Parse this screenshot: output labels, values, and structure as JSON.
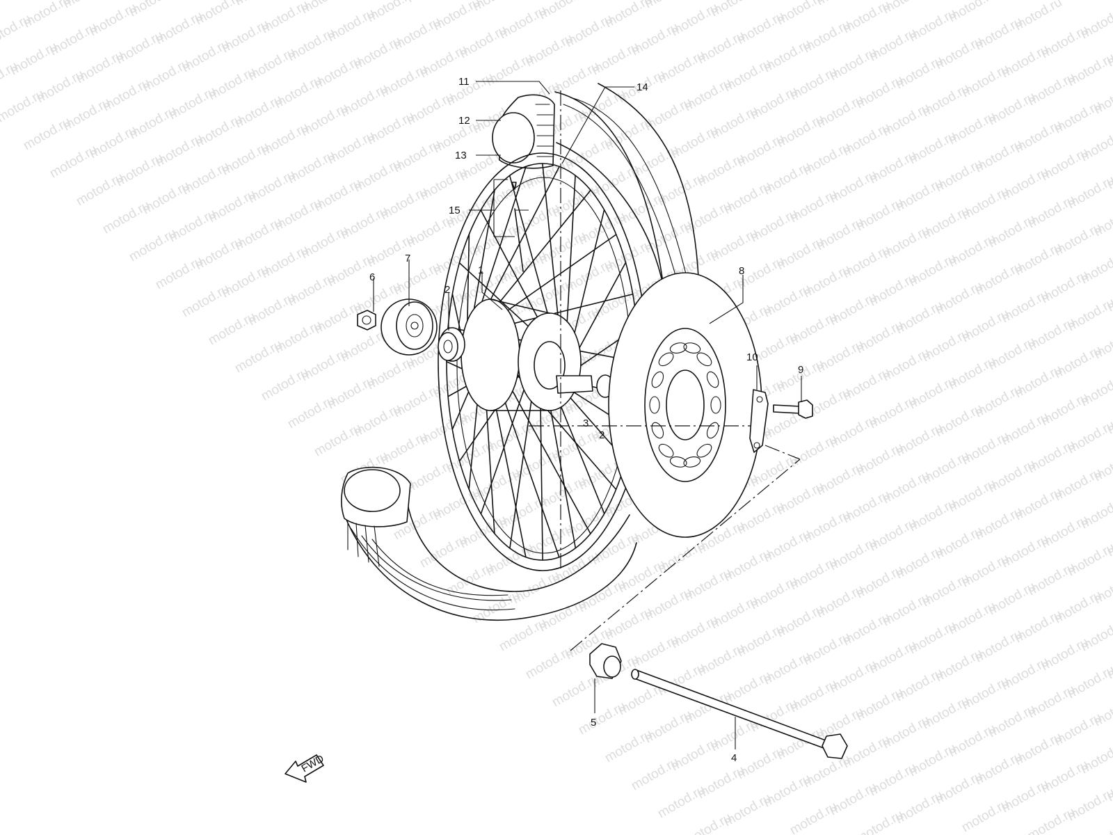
{
  "watermark": "motod.ru",
  "fwd_label": "FWD",
  "callouts": [
    {
      "label": "11"
    },
    {
      "label": "12"
    },
    {
      "label": "13"
    },
    {
      "label": "14"
    },
    {
      "label": "15"
    },
    {
      "label": "7"
    },
    {
      "label": "6"
    },
    {
      "label": "1"
    },
    {
      "label": "2"
    },
    {
      "label": "8"
    },
    {
      "label": "10"
    },
    {
      "label": "9"
    },
    {
      "label": "3"
    },
    {
      "label": "2"
    },
    {
      "label": "5"
    },
    {
      "label": "4"
    }
  ],
  "colors": {
    "line": "#111111",
    "background": "#ffffff",
    "watermark": "#dcdcdc"
  }
}
